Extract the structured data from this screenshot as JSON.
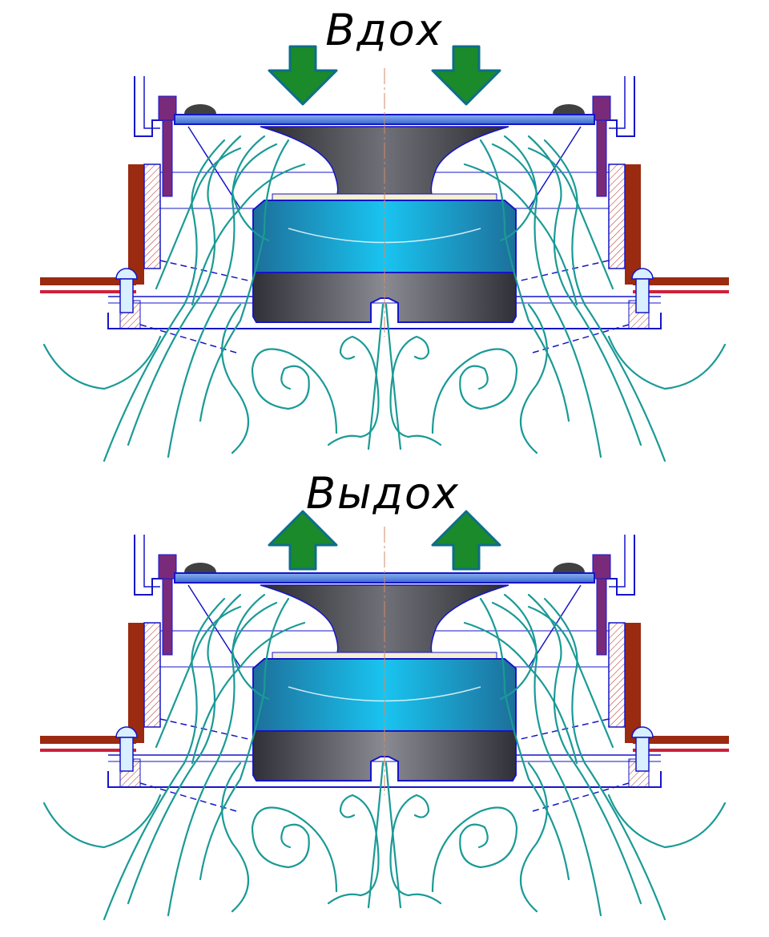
{
  "panels": [
    {
      "id": "inhale",
      "title": "Вдох",
      "direction": "down"
    },
    {
      "id": "exhale",
      "title": "Выдох",
      "direction": "up"
    }
  ],
  "colors": {
    "housing_outline": "#1515c8",
    "flow_lines": "#1a9a96",
    "magnet_fill": "#1ab0e0",
    "plate_dark": "#4a4a52",
    "arrow_green": "#1a8a2a",
    "arrow_edge": "#0e6e8a",
    "screw_purple": "#7a2a7a",
    "wall_brown": "#9a2a10",
    "pipe_red": "#d0203a",
    "diaphragm": "#5a8ae0"
  }
}
